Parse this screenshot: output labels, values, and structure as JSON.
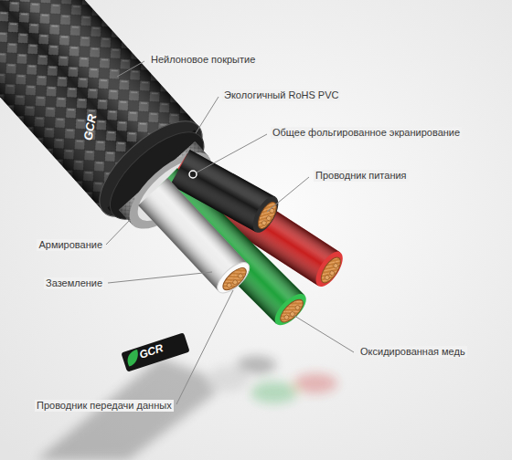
{
  "diagram": {
    "labels": [
      "Нейлоновое покрытие",
      "Экологичный RoHS PVC",
      "Общее фольгированное экранирование",
      "Проводник питания",
      "Армирование",
      "Заземление",
      "Оксидированная медь",
      "Проводник передачи данных",
      "GCR",
      "GCR"
    ]
  }
}
